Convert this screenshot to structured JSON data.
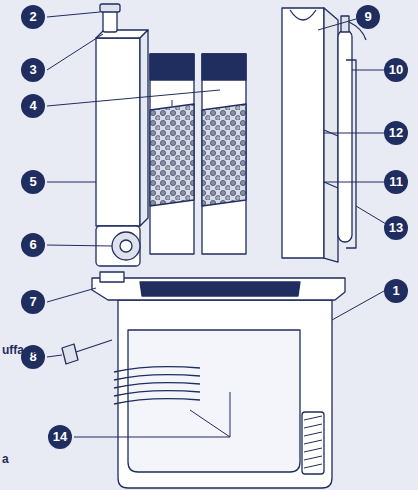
{
  "diagram": {
    "labels": [
      "2",
      "3",
      "4",
      "5",
      "6",
      "7",
      "8",
      "uffage",
      "14",
      "a",
      "9",
      "10",
      "12",
      "11",
      "13",
      "1"
    ]
  }
}
